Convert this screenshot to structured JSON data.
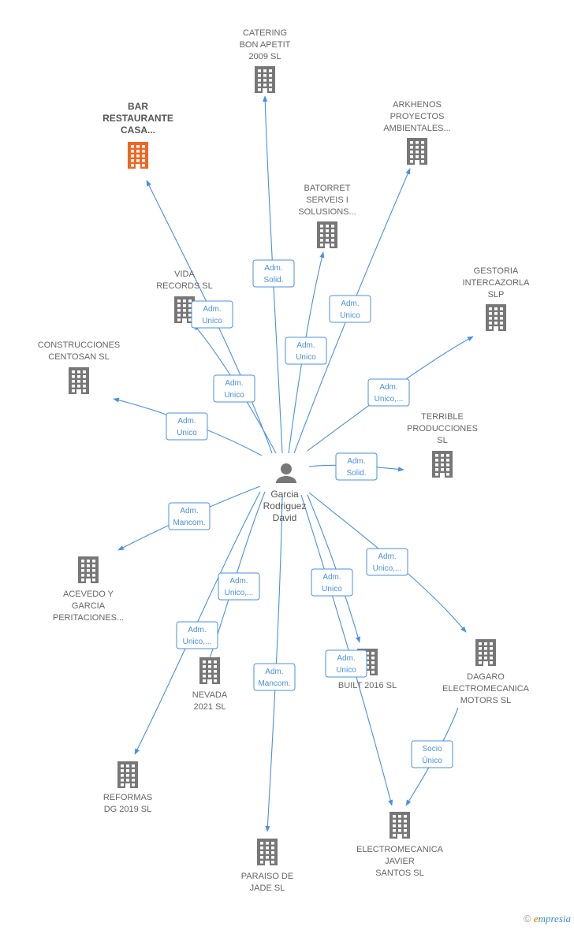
{
  "colors": {
    "edge": "#4a90e2",
    "building": "#777777",
    "building_highlight": "#f26522",
    "person": "#777777"
  },
  "center": {
    "name_lines": [
      "Garcia",
      "Rodriguez",
      "David"
    ],
    "icon": "person-icon"
  },
  "nodes": [
    {
      "id": "catering",
      "lines": [
        "CATERING",
        "BON APETIT",
        "2009 SL"
      ],
      "icon": "building-icon"
    },
    {
      "id": "bar",
      "lines": [
        "BAR",
        "RESTAURANTE",
        "CASA..."
      ],
      "icon": "building-icon",
      "highlight": true
    },
    {
      "id": "arkhenos",
      "lines": [
        "ARKHENOS",
        "PROYECTOS",
        "AMBIENTALES..."
      ],
      "icon": "building-icon"
    },
    {
      "id": "batorret",
      "lines": [
        "BATORRET",
        "SERVEIS I",
        "SOLUSIONS..."
      ],
      "icon": "building-icon"
    },
    {
      "id": "gestoria",
      "lines": [
        "GESTORIA",
        "INTERCAZORLA",
        "SLP"
      ],
      "icon": "building-icon"
    },
    {
      "id": "vida",
      "lines": [
        "VIDA",
        "RECORDS SL"
      ],
      "icon": "building-icon"
    },
    {
      "id": "construcciones",
      "lines": [
        "CONSTRUCCIONES",
        "CENTOSAN SL"
      ],
      "icon": "building-icon"
    },
    {
      "id": "terrible",
      "lines": [
        "TERRIBLE",
        "PRODUCCIONES",
        "SL"
      ],
      "icon": "building-icon"
    },
    {
      "id": "acevedo",
      "lines": [
        "ACEVEDO Y",
        "GARCIA",
        "PERITACIONES..."
      ],
      "icon": "building-icon"
    },
    {
      "id": "nevada",
      "lines": [
        "NEVADA",
        "2021  SL"
      ],
      "icon": "building-icon"
    },
    {
      "id": "built",
      "lines": [
        "BUILT 2016  SL"
      ],
      "icon": "building-icon"
    },
    {
      "id": "dagaro",
      "lines": [
        "DAGARO",
        "ELECTROMECANICA",
        "MOTORS  SL"
      ],
      "icon": "building-icon"
    },
    {
      "id": "reformas",
      "lines": [
        "REFORMAS",
        "DG 2019  SL"
      ],
      "icon": "building-icon"
    },
    {
      "id": "paraiso",
      "lines": [
        "PARAISO DE",
        "JADE SL"
      ],
      "icon": "building-icon"
    },
    {
      "id": "electromecanica",
      "lines": [
        "ELECTROMECANICA",
        "JAVIER",
        "SANTOS SL"
      ],
      "icon": "building-icon"
    }
  ],
  "relations": [
    {
      "to": "catering",
      "lines": [
        "Adm.",
        "Solid."
      ]
    },
    {
      "to": "bar",
      "lines": [
        "Adm.",
        "Unico"
      ]
    },
    {
      "to": "arkhenos",
      "lines": [
        "Adm.",
        "Unico"
      ]
    },
    {
      "to": "batorret",
      "lines": [
        "Adm.",
        "Unico"
      ]
    },
    {
      "to": "gestoria",
      "lines": [
        "Adm.",
        "Unico,..."
      ]
    },
    {
      "to": "vida",
      "lines": [
        "Adm.",
        "Unico"
      ]
    },
    {
      "to": "construcciones",
      "lines": [
        "Adm.",
        "Unico"
      ]
    },
    {
      "to": "terrible",
      "lines": [
        "Adm.",
        "Solid."
      ]
    },
    {
      "to": "acevedo",
      "lines": [
        "Adm.",
        "Mancom."
      ]
    },
    {
      "to": "nevada",
      "lines": [
        "Adm.",
        "Unico,..."
      ]
    },
    {
      "to": "reformas",
      "lines": [
        "Adm.",
        "Unico,..."
      ]
    },
    {
      "to": "paraiso",
      "lines": [
        "Adm.",
        "Mancom."
      ]
    },
    {
      "to": "built",
      "lines": [
        "Adm.",
        "Unico"
      ]
    },
    {
      "to": "electromecanica",
      "lines": [
        "Adm.",
        "Unico"
      ]
    },
    {
      "to": "dagaro",
      "lines": [
        "Adm.",
        "Unico,..."
      ]
    },
    {
      "from": "dagaro",
      "to": "electromecanica",
      "lines": [
        "Socio",
        "Único"
      ]
    }
  ],
  "footer": {
    "copyright": "©",
    "brand_first": "e",
    "brand_rest": "mpresia"
  }
}
